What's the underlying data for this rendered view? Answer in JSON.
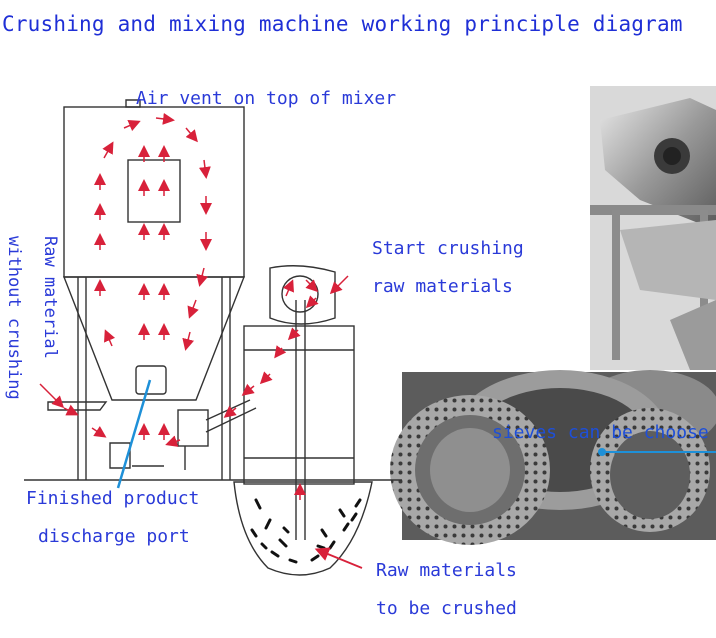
{
  "title": "Crushing and mixing machine working principle diagram",
  "labels": {
    "air_vent": "Air vent on top of mixer",
    "start_crushing_1": "Start crushing",
    "start_crushing_2": "raw materials",
    "raw_without_1": "Raw material",
    "raw_without_2": "without crushing",
    "finished_1": "Finished product",
    "finished_2": "discharge port",
    "raw_to_1": "Raw materials",
    "raw_to_2": "to be crushed",
    "sieves": "sieves can be choose"
  },
  "colors": {
    "text": "#2a3ad8",
    "arrow": "#d8213a",
    "pointer": "#1e90d8",
    "outline": "#333333"
  }
}
